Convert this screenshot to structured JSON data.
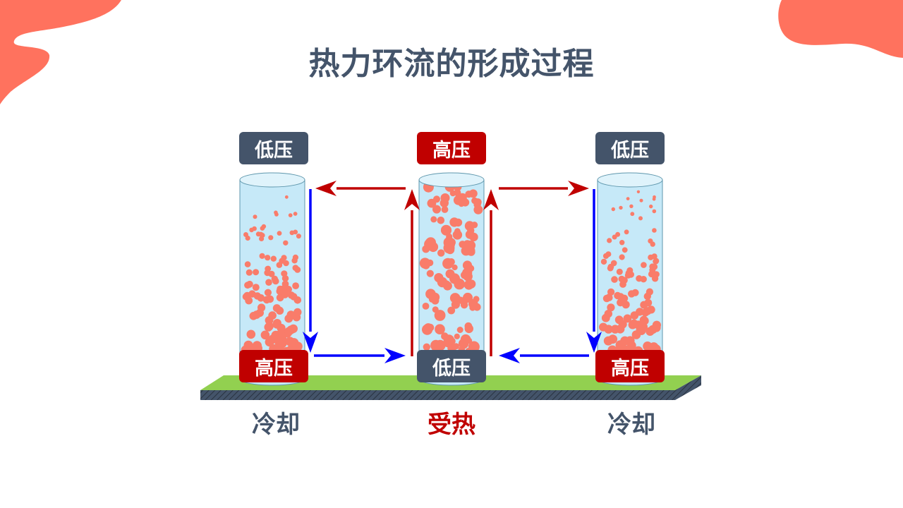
{
  "title": "热力环流的形成过程",
  "colors": {
    "accent_blob": "#ff725e",
    "bubble": "#f97c6a",
    "cylinder_fill": "#c6e9f8",
    "cylinder_edge": "#5f97ad",
    "high_pressure": "#c00000",
    "low_pressure": "#44546a",
    "arrow_red": "#c00000",
    "arrow_blue": "#0000ff",
    "ground_top": "#92d050",
    "ground_side": "#44546a"
  },
  "columns": [
    {
      "top_label": "低压",
      "bottom_label": "高压",
      "ground_label": "冷却",
      "state": "cooling"
    },
    {
      "top_label": "高压",
      "bottom_label": "低压",
      "ground_label": "受热",
      "state": "heating"
    },
    {
      "top_label": "低压",
      "bottom_label": "高压",
      "ground_label": "冷却",
      "state": "cooling"
    }
  ]
}
